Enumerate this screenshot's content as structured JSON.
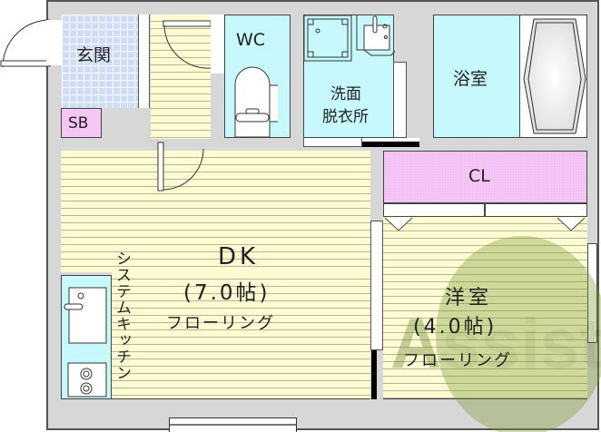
{
  "rooms": {
    "genkan": {
      "label": "玄関"
    },
    "shoe_box": {
      "label": "SB"
    },
    "wc": {
      "label": "WC"
    },
    "washroom": {
      "label_line1": "洗面",
      "label_line2": "脱衣所"
    },
    "bathroom": {
      "label": "浴室"
    },
    "closet": {
      "label": "CL"
    },
    "dk": {
      "label": "DK",
      "size": "(7.0帖)",
      "floor": "フローリング"
    },
    "western_room": {
      "label": "洋室",
      "size": "(4.0帖)",
      "floor": "フローリング"
    },
    "kitchen": {
      "label": "システムキッチン"
    }
  },
  "watermark": {
    "text": "Assist"
  },
  "colors": {
    "floor": "#fdfbd2",
    "tile": "#cdddfa",
    "water_area": "#c7f8fc",
    "closet": "#f8c8f8",
    "wall": "#d7d7d7",
    "watermark": "#6b8a2a"
  }
}
